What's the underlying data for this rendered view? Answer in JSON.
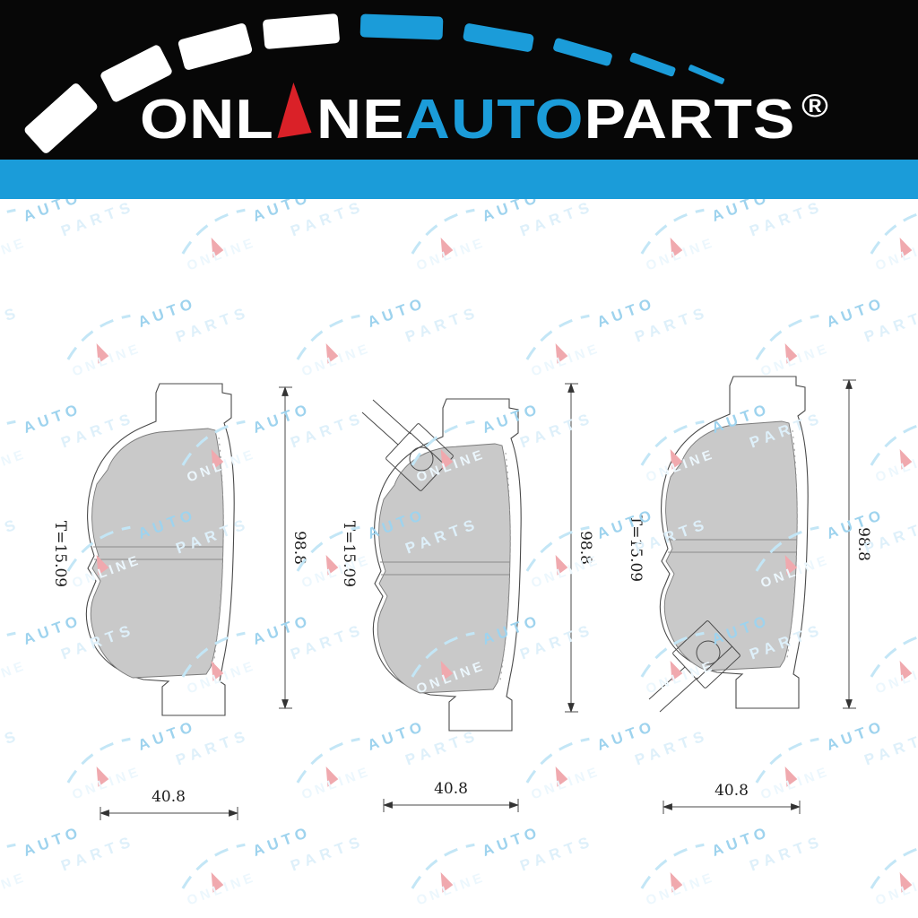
{
  "header": {
    "background": "#070707",
    "logo": {
      "text_part_online_1": "ONL",
      "text_part_online_2": "NE",
      "text_part_auto": "AUTO",
      "text_part_parts": "PARTS",
      "registered_mark": "®",
      "accent_blue": "#1b9cd9",
      "needle_red": "#da2128",
      "text_white": "#ffffff"
    }
  },
  "banner": {
    "background": "#1b9cd9"
  },
  "diagram": {
    "background": "#ffffff",
    "pad_fill": "#c9c9c9",
    "line_color": "#4a4a4a",
    "watermark": {
      "word_online": "ONLINE",
      "word_auto": "AUTO",
      "word_parts": "PARTS",
      "arc_color": "#c3e6f6",
      "auto_color": "#9ed3ee",
      "parts_color": "#def0fa",
      "needle_color": "#f0a9ae"
    },
    "figures": [
      {
        "name": "brake-pad-left",
        "thickness_label": "T=15.09",
        "height_label": "98.8",
        "width_label": "40.8",
        "wear_indicator": "none"
      },
      {
        "name": "brake-pad-middle",
        "thickness_label": "T=15.09",
        "height_label": "98.8",
        "width_label": "40.8",
        "wear_indicator": "top-left"
      },
      {
        "name": "brake-pad-right",
        "thickness_label": "T=15.09",
        "height_label": "98.8",
        "width_label": "40.8",
        "wear_indicator": "bottom-left"
      }
    ]
  }
}
